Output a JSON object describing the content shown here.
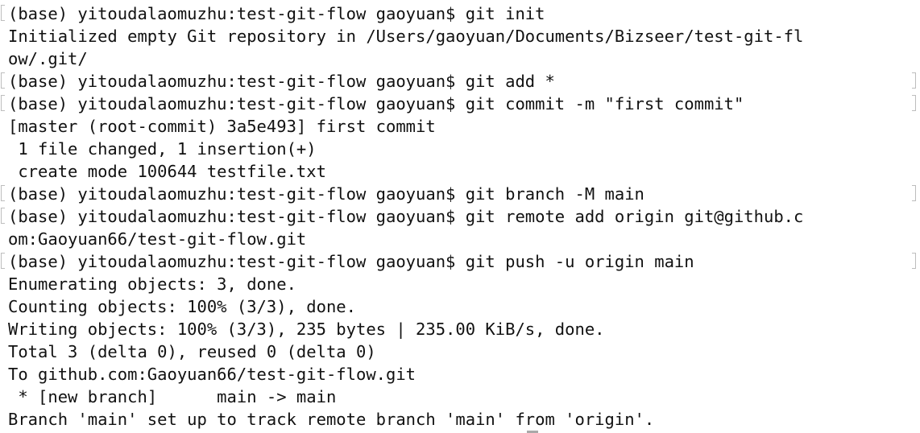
{
  "terminal": {
    "lines": [
      {
        "text": "(base) yitoudalaomuzhu:test-git-flow gaoyuan$ git init",
        "prompt": true
      },
      {
        "text": "Initialized empty Git repository in /Users/gaoyuan/Documents/Bizseer/test-git-fl",
        "prompt": false
      },
      {
        "text": "ow/.git/",
        "prompt": false
      },
      {
        "text": "(base) yitoudalaomuzhu:test-git-flow gaoyuan$ git add *",
        "prompt": true
      },
      {
        "text": "(base) yitoudalaomuzhu:test-git-flow gaoyuan$ git commit -m \"first commit\"",
        "prompt": true
      },
      {
        "text": "[master (root-commit) 3a5e493] first commit",
        "prompt": false
      },
      {
        "text": " 1 file changed, 1 insertion(+)",
        "prompt": false
      },
      {
        "text": " create mode 100644 testfile.txt",
        "prompt": false
      },
      {
        "text": "(base) yitoudalaomuzhu:test-git-flow gaoyuan$ git branch -M main",
        "prompt": true
      },
      {
        "text": "(base) yitoudalaomuzhu:test-git-flow gaoyuan$ git remote add origin git@github.c",
        "prompt": true
      },
      {
        "text": "om:Gaoyuan66/test-git-flow.git",
        "prompt": false
      },
      {
        "text": "(base) yitoudalaomuzhu:test-git-flow gaoyuan$ git push -u origin main",
        "prompt": true
      },
      {
        "text": "Enumerating objects: 3, done.",
        "prompt": false
      },
      {
        "text": "Counting objects: 100% (3/3), done.",
        "prompt": false
      },
      {
        "text": "Writing objects: 100% (3/3), 235 bytes | 235.00 KiB/s, done.",
        "prompt": false
      },
      {
        "text": "Total 3 (delta 0), reused 0 (delta 0)",
        "prompt": false
      },
      {
        "text": "To github.com:Gaoyuan66/test-git-flow.git",
        "prompt": false
      },
      {
        "text": " * [new branch]      main -> main",
        "prompt": false
      },
      {
        "text": "Branch 'main' set up to track remote branch 'main' from 'origin'.",
        "prompt": false
      }
    ]
  }
}
